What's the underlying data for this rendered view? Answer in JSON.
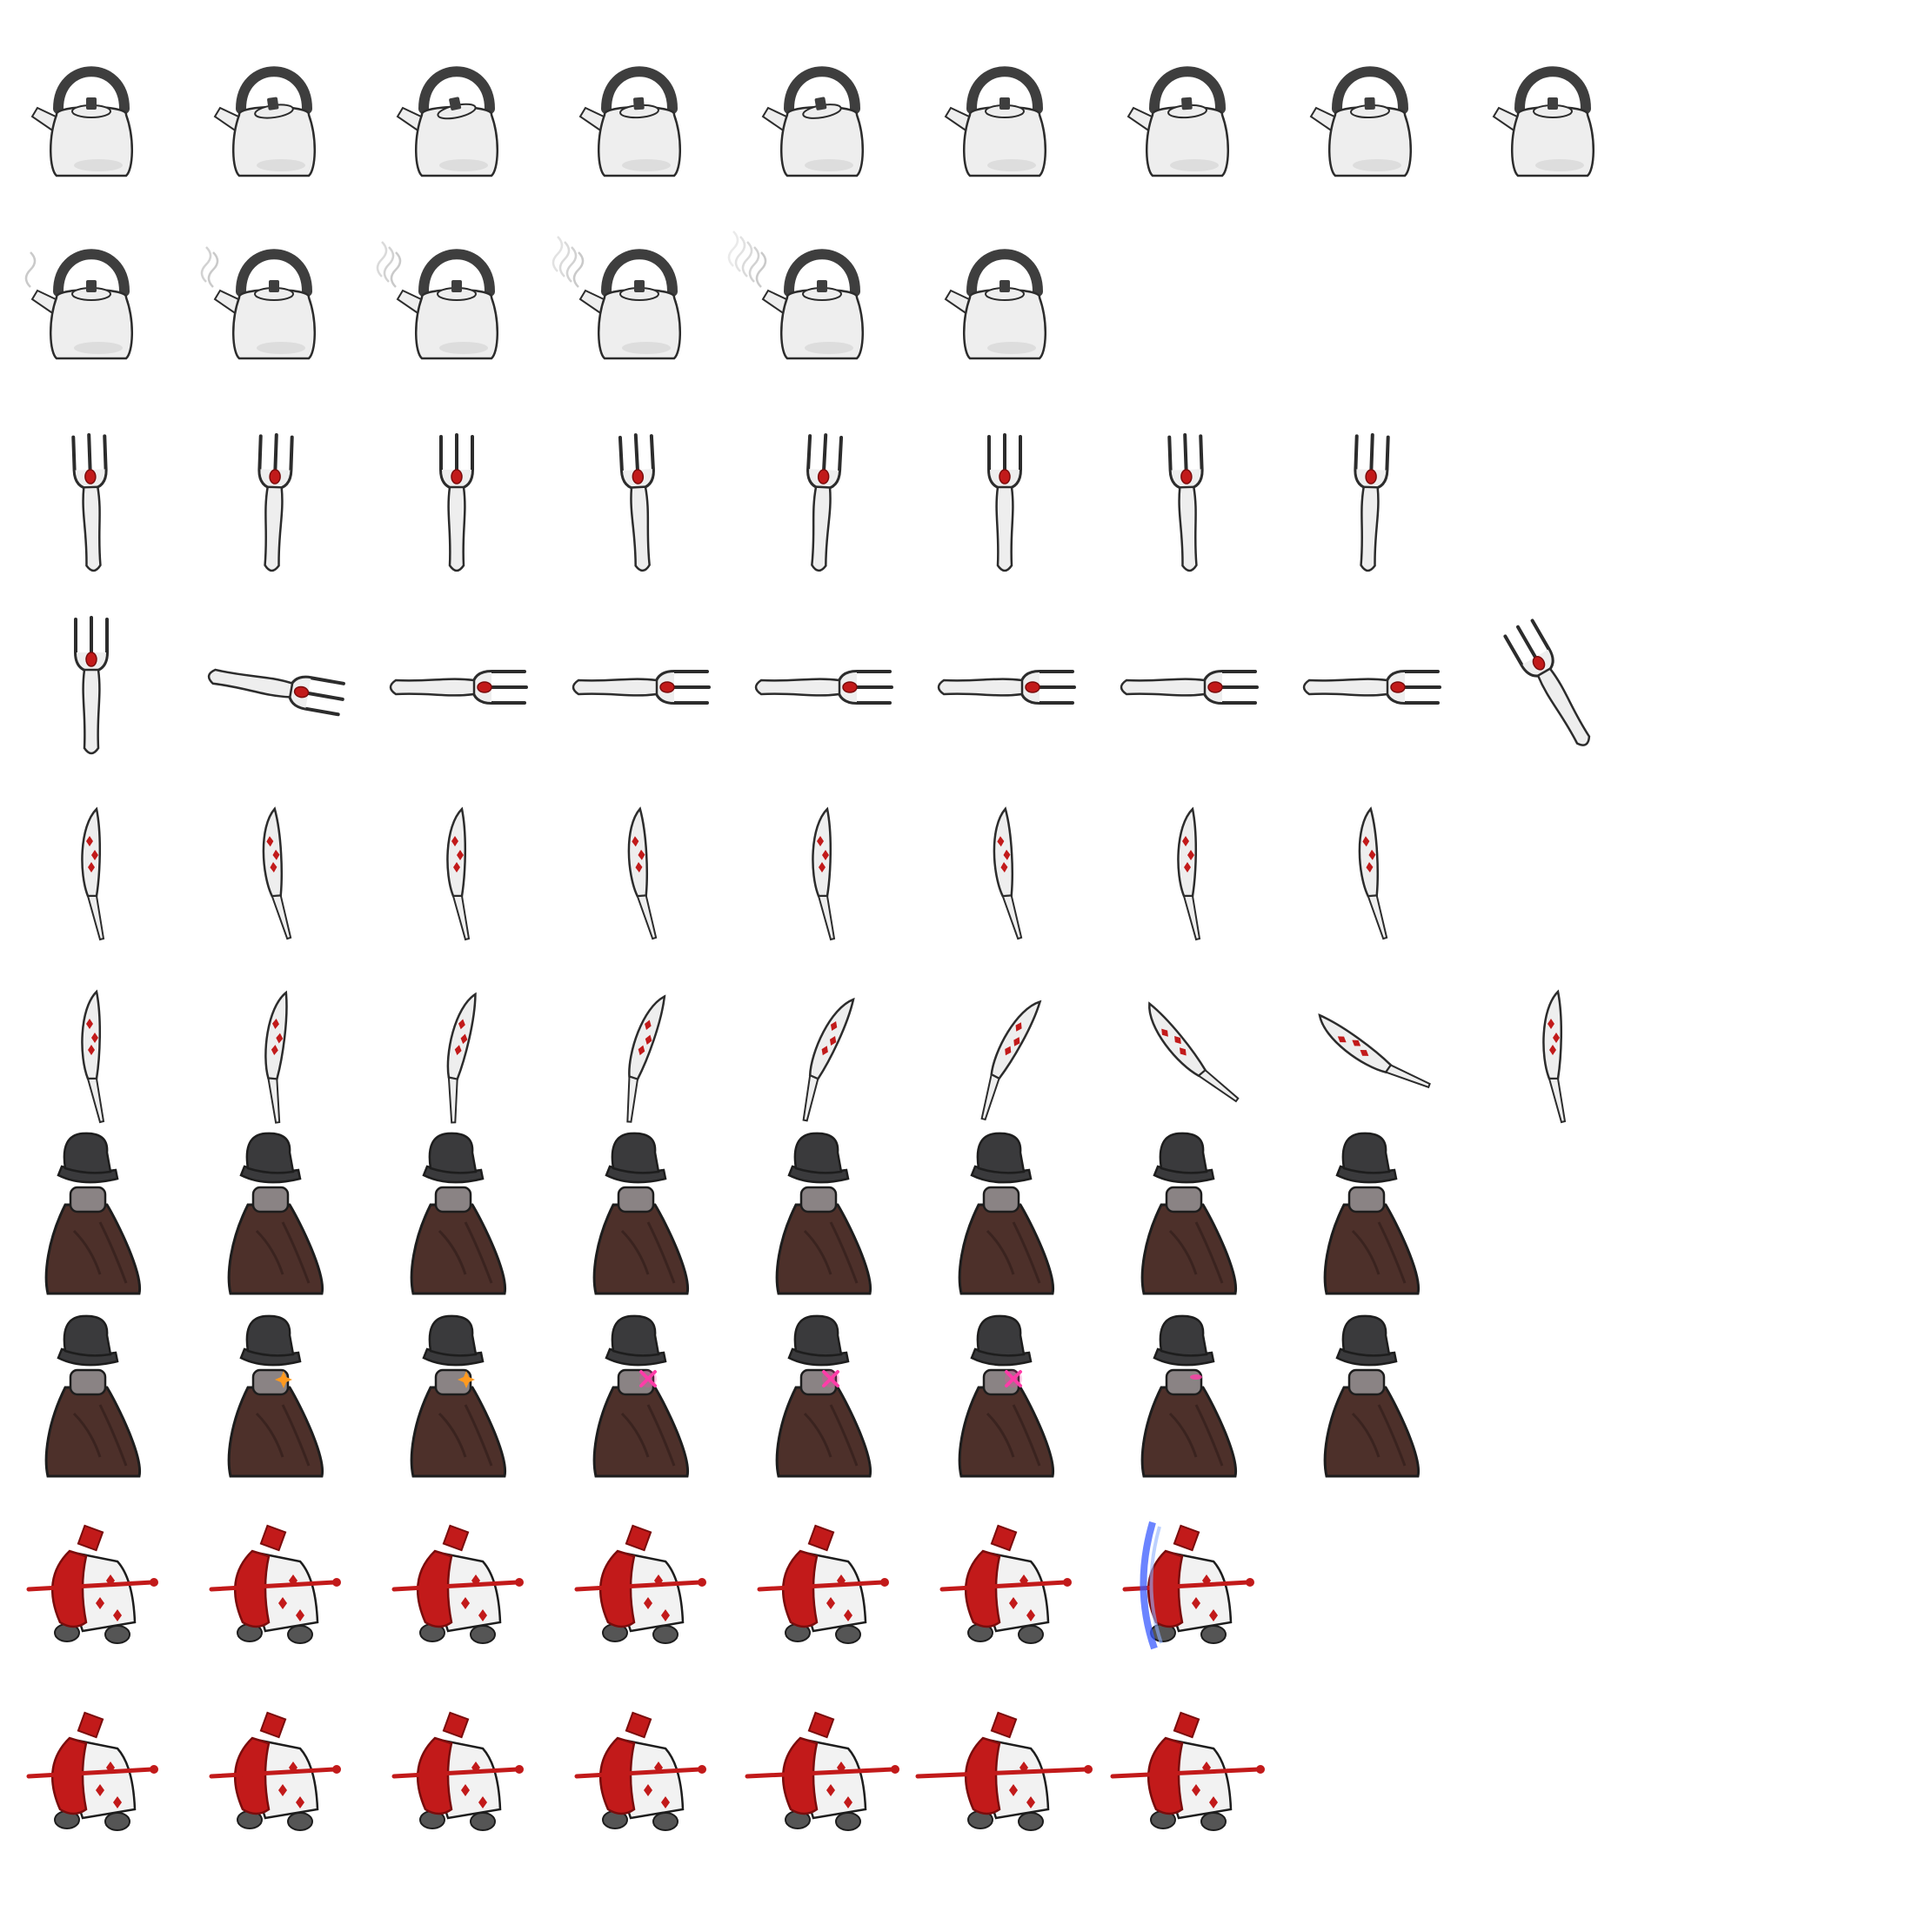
{
  "sheet": {
    "background": "#ffffff",
    "rows": [
      {
        "sprite": "kettle-icon",
        "frames": [
          {
            "rot": 0
          },
          {
            "rot": 0,
            "lid": -8
          },
          {
            "rot": 0,
            "lid": -12
          },
          {
            "rot": -8,
            "lid": -4
          },
          {
            "rot": -14,
            "lid": -10
          },
          {
            "rot": -6,
            "lid": 0
          },
          {
            "rot": 4,
            "lid": -4
          },
          {
            "rot": 2,
            "lid": -2
          },
          {
            "rot": 0
          }
        ]
      },
      {
        "sprite": "kettle-icon",
        "frames": [
          {
            "steam": 1
          },
          {
            "steam": 2
          },
          {
            "steam": 3
          },
          {
            "steam": 4
          },
          {
            "steam": 5
          },
          {
            "steam": 0
          }
        ]
      },
      {
        "sprite": "fork-icon",
        "frames": [
          {
            "rot": -2
          },
          {
            "rot": 2
          },
          {
            "rot": 0
          },
          {
            "rot": -3
          },
          {
            "rot": 3
          },
          {
            "rot": 0
          },
          {
            "rot": -2
          },
          {
            "rot": 2
          }
        ]
      },
      {
        "sprite": "fork-icon",
        "frames": [
          {
            "rot": 0
          },
          {
            "rot": 100
          },
          {
            "rot": 90
          },
          {
            "rot": 90
          },
          {
            "rot": 90
          },
          {
            "rot": 90
          },
          {
            "rot": 90
          },
          {
            "rot": 90
          },
          {
            "rot": -30
          }
        ]
      },
      {
        "sprite": "knife-icon",
        "frames": [
          {
            "rot": 0
          },
          {
            "rot": -4
          },
          {
            "rot": 0
          },
          {
            "rot": -4
          },
          {
            "rot": 0
          },
          {
            "rot": -4
          },
          {
            "rot": 0
          },
          {
            "rot": -4
          }
        ]
      },
      {
        "sprite": "knife-icon",
        "frames": [
          {
            "rot": 0
          },
          {
            "rot": 6
          },
          {
            "rot": 12
          },
          {
            "rot": 18
          },
          {
            "rot": 24
          },
          {
            "rot": 28
          },
          {
            "rot": -40
          },
          {
            "rot": -55
          },
          {
            "rot": 0
          }
        ]
      },
      {
        "sprite": "top-hat-figure-icon",
        "frames": [
          {
            "eyes": "none"
          },
          {
            "eyes": "none"
          },
          {
            "eyes": "none"
          },
          {
            "eyes": "none"
          },
          {
            "eyes": "none"
          },
          {
            "eyes": "none"
          },
          {
            "eyes": "none"
          },
          {
            "eyes": "none"
          }
        ]
      },
      {
        "sprite": "top-hat-figure-icon",
        "frames": [
          {
            "eyes": "none"
          },
          {
            "eyes": "spark"
          },
          {
            "eyes": "spark"
          },
          {
            "eyes": "pink"
          },
          {
            "eyes": "pink"
          },
          {
            "eyes": "pink"
          },
          {
            "eyes": "glow"
          },
          {
            "eyes": "none"
          }
        ]
      },
      {
        "sprite": "card-soldier-icon",
        "frames": [
          {},
          {},
          {},
          {},
          {},
          {},
          {
            "shield": true
          }
        ]
      },
      {
        "sprite": "card-soldier-icon",
        "frames": [
          {},
          {},
          {},
          {},
          {
            "thrust": 1
          },
          {
            "thrust": 2
          },
          {
            "thrust": 1
          }
        ]
      }
    ]
  },
  "colors": {
    "outline": "#2c2c2c",
    "metal": "#eeeeee",
    "metal_shade": "#d6d6d6",
    "handle": "#3e3e3e",
    "red": "#c21a1a",
    "dark_red": "#7a0c0c",
    "hat": "#3a3a3c",
    "neck": "#8a8384",
    "cape": "#4d302a",
    "cape_shade": "#3a231f",
    "card": "#f2f2f2",
    "feet": "#555555",
    "spark": "#ff9a1f",
    "pink": "#ff3da8",
    "shield": "#3a5bff"
  }
}
